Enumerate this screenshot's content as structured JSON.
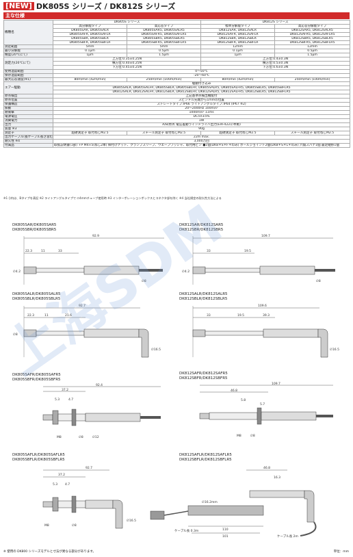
{
  "header": {
    "new_badge": "[NEW]",
    "title": "DK805S シリーズ / DK812S シリーズ"
  },
  "section_title": "主な仕様",
  "table": {
    "series": {
      "dk805": "DK805S シリーズ",
      "dk812": "DK812S シリーズ"
    },
    "model_label": "機種名",
    "type_std": "高分解能タイプ",
    "type_hi": "高応答タイプ",
    "type_std2": "標準分解能タイプ",
    "type_hi2": "高応答分解能タイプ",
    "models_805a": [
      "DK805SAR, DK805SALR",
      "DK805SAFR, DK805SAFLR",
      "DK805SBR, DK805SBLR",
      "DK805SBFR, DK805SBFLR"
    ],
    "models_805b": [
      "DK805SAR5, DK805SALR5",
      "DK805SAFR5, DK805SAFLR5",
      "DK805SBR5, DK805SBLR5",
      "DK805SBFR5, DK805SBFLR5"
    ],
    "models_812a": [
      "DK812SAR, DK812SALR",
      "DK812SAFR, DK812SAFLR",
      "DK812SBR, DK812SBLR",
      "DK812SBFR, DK812SBFLR"
    ],
    "models_812b": [
      "DK812SAR5, DK812SALR5",
      "DK812SAFR5, DK812SAFLR5",
      "DK812SBR5, DK812SBLR5",
      "DK812SBFR5, DK812SBFLR5"
    ],
    "rows": {
      "range": {
        "label": "測定範囲",
        "v": [
          "5mm",
          "5mm",
          "12mm",
          "12mm"
        ]
      },
      "resolution": {
        "label": "最小分解能",
        "v": [
          "0.1μm",
          "0.5μm",
          "0.1μm",
          "0.5μm"
        ]
      },
      "accuracy": {
        "label": "精度(20℃にて)",
        "v": [
          "1μm",
          "1.5μm",
          "1μm",
          "1.5μm"
        ]
      },
      "force": {
        "label": "測定力(20℃にて)",
        "v805": [
          "上方位:0.35±0.25N",
          "横方位:0.40±0.25N",
          "下方位:0.45±0.25N"
        ],
        "v812": [
          "上方位:0.4±0.3N",
          "横方位:0.5±0.3N",
          "下方位:0.6±0.3N"
        ]
      },
      "optemp": {
        "label": "使用温度範囲",
        "v": "0〜50℃"
      },
      "sttemp": {
        "label": "保存温度範囲",
        "v": "-20〜60℃"
      },
      "speed": {
        "label": "最大応答速度(※1)",
        "v": [
          "80m/min (42m/min)",
          "250m/min (100m/min)",
          "80m/min (42m/min)",
          "250m/min (100m/min)"
        ]
      },
      "air": {
        "label": "エアー駆動",
        "v": [
          "駆動付き込み",
          "DK805SALR, DK805SALFR, DK805SBLR, DK805SBLFR, DK805SALR5, DK805SALFR5, DK805SBLR5, DK805SBFLR5",
          "DK812SALR, DK812SALFR, DK812SBLR, DK812SBLFR, DK812SALR5, DK812SALFR5, DK812SBLR5, DK812SBFLR5"
        ]
      },
      "origin": {
        "label": "原点検出",
        "v": "上記基準点検出機能付"
      },
      "originpos": {
        "label": "原点位置",
        "v": "スピンドル先端から1mmの位置"
      },
      "protect": {
        "label": "保護構造",
        "v": "ストレートタイプ:IP66 ライトアングルタイプ:IP64 (IP67 ※2)"
      },
      "vibration": {
        "label": "振動",
        "v": "20〜2000Hz 100m/s²"
      },
      "shock": {
        "label": "耐衝撃",
        "v": "1000m/s² 11ms"
      },
      "voltage": {
        "label": "電源電圧",
        "v": "DC5V±5%"
      },
      "power": {
        "label": "消費電力",
        "v": "1W"
      },
      "output": {
        "label": "出力",
        "v": "A/B/原点 電圧差動ラインドライバ出力(EIA-422に準拠)"
      },
      "mass": {
        "label": "質量 ※3",
        "v": "90g"
      },
      "cable": {
        "label": "出力ケーブル(長ケーブル長さ含む)",
        "v": "22m max."
      },
      "durability": {
        "label": "耐久性 ※4",
        "v": "3,000万回"
      },
      "accessory": {
        "label": "付属品",
        "v": "取扱説明書(1部)  +P M4×5(ねじ2本)  締付けナット、クランプスリーブ、ウエーブワッシャ、取付用ピン ●1個(DK8＊S＊F＊のみ)  ボールジョイント2個(DK8＊S＊L＊のみ)  六角スパナ1個  最足継移1個"
      },
      "contact": {
        "label": "測定子",
        "v": [
          "超硬測定子 取付ねじM2.5",
          "スチール測定子 取付ねじM2.5",
          "超硬測定子 取付ねじM2.5",
          "スチール測定子 取付ねじM2.5"
        ]
      }
    }
  },
  "footnote": "※1 ()内は、Bタイプを表記  ※2 ライトアングルタイプで ∅4mmチューブ使用時  ※3 インターポレーションボックスとコネクタ部を除く  ※4 当社規定の耐久性方法による",
  "drawings": [
    {
      "id": "d1",
      "titles": [
        "DK805SAR/DK805SAR5",
        "DK805SBR/DK805SBR5"
      ],
      "dims": [
        "92.9",
        "22.3",
        "11",
        "33",
        "∅4.2",
        "∅8"
      ]
    },
    {
      "id": "d2",
      "titles": [
        "DK812SAR/DK812SAR5",
        "DK812SBR/DK812SBR5"
      ],
      "dims": [
        "109.7",
        "33",
        "19.5",
        "∅4.2",
        "∅8"
      ]
    },
    {
      "id": "d3",
      "titles": [
        "DK805SALR/DK805SALR5",
        "DK805SBLR/DK805SBLR5"
      ],
      "dims": [
        "92.7",
        "22.3",
        "11",
        "21.6",
        "∅16.5",
        "∅8"
      ]
    },
    {
      "id": "d4",
      "titles": [
        "DK812SALR/DK812SALR5",
        "DK812SBLR/DK812SBLR5"
      ],
      "dims": [
        "109.6",
        "33",
        "19.5",
        "39.3",
        "∅16.5"
      ]
    },
    {
      "id": "d5",
      "titles": [
        "DK805SAFR/DK805SAFR5",
        "DK805SBFR/DK805SBFR5"
      ],
      "dims": [
        "92.4",
        "37.2",
        "5.3",
        "4.7",
        "M8",
        "∅8",
        "∅12"
      ]
    },
    {
      "id": "d6",
      "titles": [
        "DK812SAFR/DK812SAFR5",
        "DK812SBFR/DK812SBFR5"
      ],
      "dims": [
        "109.7",
        "46.8",
        "5.8",
        "5.7",
        "M8",
        "∅8"
      ]
    },
    {
      "id": "d7",
      "titles": [
        "DK805SAFLR/DK805SAFLR5",
        "DK805SBFLR/DK805SBFLR5"
      ],
      "dims": [
        "92.7",
        "37.2",
        "5.3",
        "4.7",
        "M8",
        "∅8",
        "∅16.5"
      ]
    },
    {
      "id": "d8",
      "titles": [
        "DK812SAFLR/DK812SAFLR5",
        "DK812SBFLR/DK812SBFLR5"
      ],
      "dims": [
        "46.8",
        "16.3",
        "∅16.2mm",
        "110",
        "101",
        "ケーブル長 0.3m",
        "ケーブル長 2m"
      ]
    }
  ],
  "note_bottom": "※ 使用の DK800 シリーズモデルと寸法が異なる部分があります。",
  "unit": "単位：mm",
  "watermark": "上海SDM",
  "colors": {
    "red": "#d12a2a",
    "watermark": "#78a0dc"
  }
}
